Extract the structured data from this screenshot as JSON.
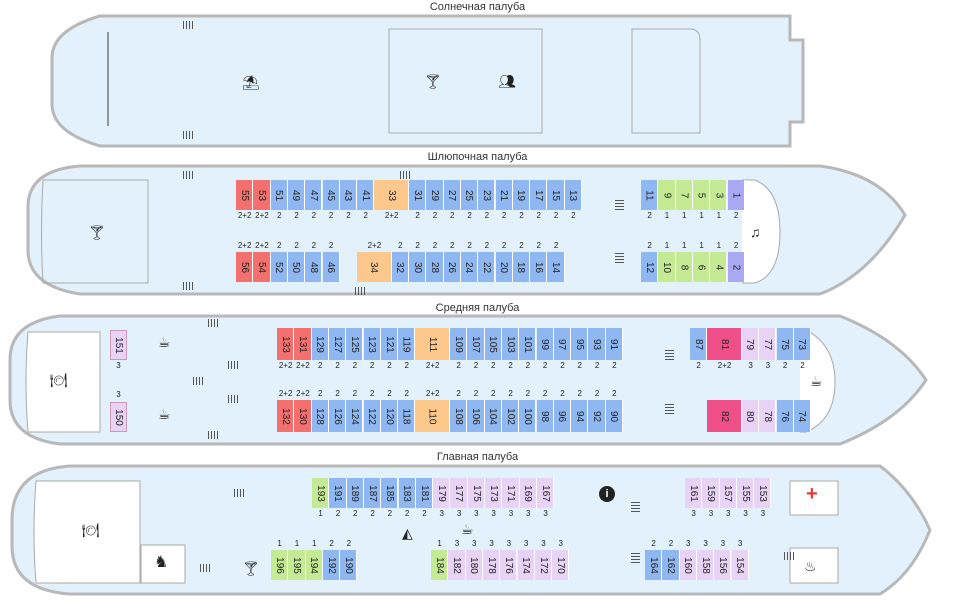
{
  "decks": {
    "sun": "Солнечная палуба",
    "boat": "Шлюпочная палуба",
    "middle": "Средняя палуба",
    "main": "Главная палуба"
  },
  "colors": {
    "hull_fill": "#e2f1fb",
    "hull_stroke": "#b8b8b8",
    "lux_red": "#f4706e",
    "blue": "#8fb8f2",
    "orange": "#fcc88c",
    "green": "#c4eb94",
    "lilac": "#e8d2f6",
    "pink": "#f0508a",
    "violet": "#a9a9f2"
  },
  "icons": {
    "sunbed": "umbrella-icon",
    "bar": "cocktail-icon",
    "conference": "people-icon",
    "music": "music-icon",
    "restaurant": "dining-icon",
    "cafe": "coffee-icon",
    "info": "info-icon",
    "medical": "red-cross-icon",
    "iron": "iron-icon",
    "kids": "rocking-horse-icon",
    "sauna": "sauna-icon"
  },
  "cabins": {
    "boat_top": [
      {
        "n": "55",
        "c": "red",
        "cat": "2+2"
      },
      {
        "n": "53",
        "c": "red",
        "cat": "2+2"
      },
      {
        "n": "51",
        "c": "blue",
        "cat": "2"
      },
      {
        "n": "49",
        "c": "blue",
        "cat": "2"
      },
      {
        "n": "47",
        "c": "blue",
        "cat": "2"
      },
      {
        "n": "45",
        "c": "blue",
        "cat": "2"
      },
      {
        "n": "43",
        "c": "blue",
        "cat": "2"
      },
      {
        "n": "41",
        "c": "blue",
        "cat": "2"
      },
      {
        "n": "33",
        "c": "orange",
        "cat": "2+2",
        "w": 2
      },
      {
        "n": "31",
        "c": "blue",
        "cat": "2"
      },
      {
        "n": "29",
        "c": "blue",
        "cat": "2"
      },
      {
        "n": "27",
        "c": "blue",
        "cat": "2"
      },
      {
        "n": "25",
        "c": "blue",
        "cat": "2"
      },
      {
        "n": "23",
        "c": "blue",
        "cat": "2"
      },
      {
        "n": "21",
        "c": "blue",
        "cat": "2"
      },
      {
        "n": "19",
        "c": "blue",
        "cat": "2"
      },
      {
        "n": "17",
        "c": "blue",
        "cat": "2"
      },
      {
        "n": "15",
        "c": "blue",
        "cat": "2"
      },
      {
        "n": "13",
        "c": "blue",
        "cat": "2"
      }
    ],
    "boat_bottom": [
      {
        "n": "56",
        "c": "red",
        "cat": "2+2"
      },
      {
        "n": "54",
        "c": "red",
        "cat": "2+2"
      },
      {
        "n": "52",
        "c": "blue",
        "cat": "2"
      },
      {
        "n": "50",
        "c": "blue",
        "cat": "2"
      },
      {
        "n": "48",
        "c": "blue",
        "cat": "2"
      },
      {
        "n": "46",
        "c": "blue",
        "cat": "2"
      },
      {
        "n": "",
        "c": "gap",
        "cat": ""
      },
      {
        "n": "34",
        "c": "orange",
        "cat": "2+2",
        "w": 2
      },
      {
        "n": "32",
        "c": "blue",
        "cat": "2"
      },
      {
        "n": "30",
        "c": "blue",
        "cat": "2"
      },
      {
        "n": "28",
        "c": "blue",
        "cat": "2"
      },
      {
        "n": "26",
        "c": "blue",
        "cat": "2"
      },
      {
        "n": "24",
        "c": "blue",
        "cat": "2"
      },
      {
        "n": "22",
        "c": "blue",
        "cat": "2"
      },
      {
        "n": "20",
        "c": "blue",
        "cat": "2"
      },
      {
        "n": "18",
        "c": "blue",
        "cat": "2"
      },
      {
        "n": "16",
        "c": "blue",
        "cat": "2"
      },
      {
        "n": "14",
        "c": "blue",
        "cat": "2"
      }
    ],
    "boat_bow_top": [
      {
        "n": "11",
        "c": "blue",
        "cat": "2"
      },
      {
        "n": "9",
        "c": "green",
        "cat": "1"
      },
      {
        "n": "7",
        "c": "green",
        "cat": "1"
      },
      {
        "n": "5",
        "c": "green",
        "cat": "1"
      },
      {
        "n": "3",
        "c": "green",
        "cat": "1"
      },
      {
        "n": "1",
        "c": "violet",
        "cat": "2"
      }
    ],
    "boat_bow_bottom": [
      {
        "n": "12",
        "c": "blue",
        "cat": "2"
      },
      {
        "n": "10",
        "c": "green",
        "cat": "1"
      },
      {
        "n": "8",
        "c": "green",
        "cat": "1"
      },
      {
        "n": "6",
        "c": "green",
        "cat": "1"
      },
      {
        "n": "4",
        "c": "green",
        "cat": "1"
      },
      {
        "n": "2",
        "c": "violet",
        "cat": "2"
      }
    ],
    "mid_top": [
      {
        "n": "133",
        "c": "red",
        "cat": "2+2"
      },
      {
        "n": "131",
        "c": "red",
        "cat": "2+2"
      },
      {
        "n": "129",
        "c": "blue",
        "cat": "2"
      },
      {
        "n": "127",
        "c": "blue",
        "cat": "2"
      },
      {
        "n": "125",
        "c": "blue",
        "cat": "2"
      },
      {
        "n": "123",
        "c": "blue",
        "cat": "2"
      },
      {
        "n": "121",
        "c": "blue",
        "cat": "2"
      },
      {
        "n": "119",
        "c": "blue",
        "cat": "2"
      },
      {
        "n": "111",
        "c": "orange",
        "cat": "2+2",
        "w": 2
      },
      {
        "n": "109",
        "c": "blue",
        "cat": "2"
      },
      {
        "n": "107",
        "c": "blue",
        "cat": "2"
      },
      {
        "n": "105",
        "c": "blue",
        "cat": "2"
      },
      {
        "n": "103",
        "c": "blue",
        "cat": "2"
      },
      {
        "n": "101",
        "c": "blue",
        "cat": "2"
      },
      {
        "n": "99",
        "c": "blue",
        "cat": "2"
      },
      {
        "n": "97",
        "c": "blue",
        "cat": "2"
      },
      {
        "n": "95",
        "c": "blue",
        "cat": "2"
      },
      {
        "n": "93",
        "c": "blue",
        "cat": "2"
      },
      {
        "n": "91",
        "c": "blue",
        "cat": "2"
      }
    ],
    "mid_bottom": [
      {
        "n": "132",
        "c": "red",
        "cat": "2+2"
      },
      {
        "n": "130",
        "c": "red",
        "cat": "2+2"
      },
      {
        "n": "128",
        "c": "blue",
        "cat": "2"
      },
      {
        "n": "126",
        "c": "blue",
        "cat": "2"
      },
      {
        "n": "124",
        "c": "blue",
        "cat": "2"
      },
      {
        "n": "122",
        "c": "blue",
        "cat": "2"
      },
      {
        "n": "120",
        "c": "blue",
        "cat": "2"
      },
      {
        "n": "118",
        "c": "blue",
        "cat": "2"
      },
      {
        "n": "110",
        "c": "orange",
        "cat": "2+2",
        "w": 2
      },
      {
        "n": "108",
        "c": "blue",
        "cat": "2"
      },
      {
        "n": "106",
        "c": "blue",
        "cat": "2"
      },
      {
        "n": "104",
        "c": "blue",
        "cat": "2"
      },
      {
        "n": "102",
        "c": "blue",
        "cat": "2"
      },
      {
        "n": "100",
        "c": "blue",
        "cat": "2"
      },
      {
        "n": "98",
        "c": "blue",
        "cat": "2"
      },
      {
        "n": "96",
        "c": "blue",
        "cat": "2"
      },
      {
        "n": "94",
        "c": "blue",
        "cat": "2"
      },
      {
        "n": "92",
        "c": "blue",
        "cat": "2"
      },
      {
        "n": "90",
        "c": "blue",
        "cat": "2"
      }
    ],
    "mid_bow_top": [
      {
        "n": "87",
        "c": "blue",
        "cat": "2"
      },
      {
        "n": "81",
        "c": "pink",
        "cat": "2+2",
        "w": 2
      },
      {
        "n": "79",
        "c": "lilac",
        "cat": "3"
      },
      {
        "n": "77",
        "c": "lilac",
        "cat": "3"
      },
      {
        "n": "75",
        "c": "blue",
        "cat": "2"
      },
      {
        "n": "73",
        "c": "blue",
        "cat": "2"
      }
    ],
    "mid_bow_bottom": [
      {
        "n": "",
        "c": "gap",
        "cat": ""
      },
      {
        "n": "82",
        "c": "pink",
        "cat": "",
        "w": 2
      },
      {
        "n": "80",
        "c": "lilac",
        "cat": ""
      },
      {
        "n": "78",
        "c": "lilac",
        "cat": ""
      },
      {
        "n": "76",
        "c": "blue",
        "cat": ""
      },
      {
        "n": "74",
        "c": "blue",
        "cat": ""
      }
    ],
    "mid_stern": [
      {
        "n": "151",
        "c": "lilac",
        "cat": "3"
      },
      {
        "n": "150",
        "c": "lilac",
        "cat": "3"
      }
    ],
    "main_top": [
      {
        "n": "193",
        "c": "green",
        "cat": "1"
      },
      {
        "n": "191",
        "c": "blue",
        "cat": "2"
      },
      {
        "n": "189",
        "c": "blue",
        "cat": "2"
      },
      {
        "n": "187",
        "c": "blue",
        "cat": "2"
      },
      {
        "n": "185",
        "c": "blue",
        "cat": "2"
      },
      {
        "n": "183",
        "c": "blue",
        "cat": "2"
      },
      {
        "n": "181",
        "c": "blue",
        "cat": "2"
      },
      {
        "n": "179",
        "c": "lilac",
        "cat": "3"
      },
      {
        "n": "177",
        "c": "lilac",
        "cat": "3"
      },
      {
        "n": "175",
        "c": "lilac",
        "cat": "3"
      },
      {
        "n": "173",
        "c": "lilac",
        "cat": "3"
      },
      {
        "n": "171",
        "c": "lilac",
        "cat": "3"
      },
      {
        "n": "169",
        "c": "lilac",
        "cat": "3"
      },
      {
        "n": "167",
        "c": "lilac",
        "cat": "3"
      }
    ],
    "main_top_bow": [
      {
        "n": "161",
        "c": "lilac",
        "cat": "3"
      },
      {
        "n": "159",
        "c": "lilac",
        "cat": "3"
      },
      {
        "n": "157",
        "c": "lilac",
        "cat": "3"
      },
      {
        "n": "155",
        "c": "lilac",
        "cat": "3"
      },
      {
        "n": "153",
        "c": "lilac",
        "cat": "3"
      }
    ],
    "main_bottom_stern": [
      {
        "n": "196",
        "c": "green",
        "cat": "1"
      },
      {
        "n": "195",
        "c": "green",
        "cat": "1"
      },
      {
        "n": "194",
        "c": "green",
        "cat": "1"
      },
      {
        "n": "192",
        "c": "blue",
        "cat": "2"
      },
      {
        "n": "190",
        "c": "blue",
        "cat": "2"
      }
    ],
    "main_bottom_mid": [
      {
        "n": "184",
        "c": "green",
        "cat": "1"
      },
      {
        "n": "182",
        "c": "lilac",
        "cat": "3"
      },
      {
        "n": "180",
        "c": "lilac",
        "cat": "3"
      },
      {
        "n": "178",
        "c": "lilac",
        "cat": "3"
      },
      {
        "n": "176",
        "c": "lilac",
        "cat": "3"
      },
      {
        "n": "174",
        "c": "lilac",
        "cat": "3"
      },
      {
        "n": "172",
        "c": "lilac",
        "cat": "3"
      },
      {
        "n": "170",
        "c": "lilac",
        "cat": "3"
      }
    ],
    "main_bottom_bow": [
      {
        "n": "164",
        "c": "blue",
        "cat": "2"
      },
      {
        "n": "162",
        "c": "blue",
        "cat": "2"
      },
      {
        "n": "160",
        "c": "lilac",
        "cat": "3"
      },
      {
        "n": "158",
        "c": "lilac",
        "cat": "3"
      },
      {
        "n": "156",
        "c": "lilac",
        "cat": "3"
      },
      {
        "n": "154",
        "c": "lilac",
        "cat": "3"
      }
    ]
  }
}
